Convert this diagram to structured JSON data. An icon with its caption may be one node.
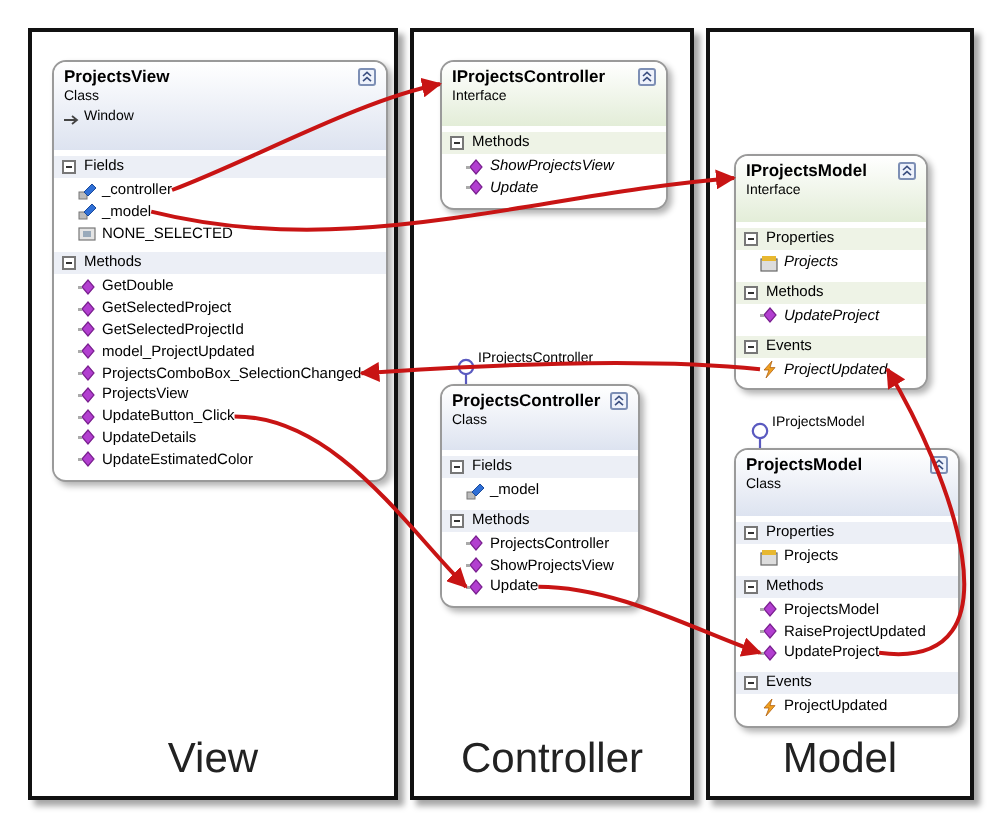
{
  "diagram": {
    "nodes": [
      {
        "text": [
          "View"
        ]
      },
      {
        "text": [
          "Controller"
        ]
      },
      {
        "text": [
          "Model"
        ]
      },
      {
        "text": [
          "ProjectsView",
          "Class",
          "Window"
        ],
        "in": 0
      },
      {
        "text": [
          "Fields"
        ],
        "in": 3
      },
      {
        "text": [
          "_controller"
        ],
        "in": 4
      },
      {
        "text": [
          "_model"
        ],
        "in": 4
      },
      {
        "text": [
          "NONE_SELECTED"
        ],
        "in": 4
      },
      {
        "text": [
          "Methods"
        ],
        "in": 3
      },
      {
        "text": [
          "GetDouble"
        ],
        "in": 8
      },
      {
        "text": [
          "GetSelectedProject"
        ],
        "in": 8
      },
      {
        "text": [
          "GetSelectedProjectId"
        ],
        "in": 8
      },
      {
        "text": [
          "model_ProjectUpdated"
        ],
        "in": 8
      },
      {
        "text": [
          "ProjectsComboBox_SelectionChanged"
        ],
        "in": 8
      },
      {
        "text": [
          "ProjectsView"
        ],
        "in": 8
      },
      {
        "text": [
          "UpdateButton_Click"
        ],
        "in": 8
      },
      {
        "text": [
          "UpdateDetails"
        ],
        "in": 8
      },
      {
        "text": [
          "UpdateEstimatedColor"
        ],
        "in": 8
      },
      {
        "text": [
          "IProjectsController",
          "Interface"
        ],
        "in": 1
      },
      {
        "text": [
          "Methods"
        ],
        "in": 18
      },
      {
        "text": [
          "ShowProjectsView"
        ],
        "in": 19
      },
      {
        "text": [
          "Update"
        ],
        "in": 19
      },
      {
        "text": [
          "ProjectsController",
          "Class"
        ],
        "beside": [
          "IProjectsController"
        ],
        "in": 1
      },
      {
        "text": [
          "Fields"
        ],
        "in": 22
      },
      {
        "text": [
          "_model"
        ],
        "in": 23
      },
      {
        "text": [
          "Methods"
        ],
        "in": 22
      },
      {
        "text": [
          "ProjectsController"
        ],
        "in": 25
      },
      {
        "text": [
          "ShowProjectsView"
        ],
        "in": 25
      },
      {
        "text": [
          "Update"
        ],
        "in": 25
      },
      {
        "text": [
          "IProjectsModel",
          "Interface"
        ],
        "in": 2
      },
      {
        "text": [
          "Properties"
        ],
        "in": 29
      },
      {
        "text": [
          "Projects"
        ],
        "in": 30
      },
      {
        "text": [
          "Methods"
        ],
        "in": 29
      },
      {
        "text": [
          "UpdateProject"
        ],
        "in": 32
      },
      {
        "text": [
          "Events"
        ],
        "in": 29
      },
      {
        "text": [
          "ProjectUpdated"
        ],
        "in": 34
      },
      {
        "text": [
          "ProjectsModel",
          "Class"
        ],
        "beside": [
          "IProjectsModel"
        ],
        "in": 2
      },
      {
        "text": [
          "Properties"
        ],
        "in": 36
      },
      {
        "text": [
          "Projects"
        ],
        "in": 37
      },
      {
        "text": [
          "Methods"
        ],
        "in": 36
      },
      {
        "text": [
          "ProjectsModel"
        ],
        "in": 39
      },
      {
        "text": [
          "RaiseProjectUpdated"
        ],
        "in": 39
      },
      {
        "text": [
          "UpdateProject"
        ],
        "in": 39
      },
      {
        "text": [
          "Events"
        ],
        "in": 36
      },
      {
        "text": [
          "ProjectUpdated"
        ],
        "in": 43
      }
    ],
    "edges": [
      {
        "from": 5,
        "to": 18,
        "arrow": "to"
      },
      {
        "from": 6,
        "to": 29,
        "arrow": "to"
      },
      {
        "from": 35,
        "to": 13,
        "arrow": "to"
      },
      {
        "from": 15,
        "to": 28,
        "arrow": "to"
      },
      {
        "from": 28,
        "to": 42,
        "arrow": "to"
      },
      {
        "from": 42,
        "to": 35,
        "arrow": "to"
      }
    ]
  }
}
